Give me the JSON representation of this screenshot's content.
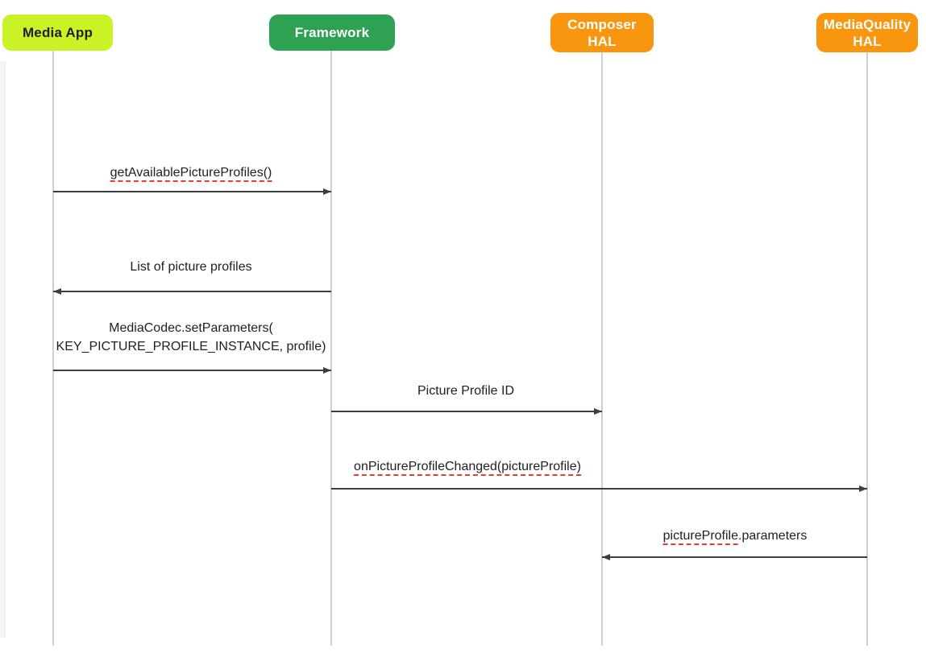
{
  "diagram": {
    "type": "sequence-diagram",
    "actors": [
      {
        "id": "media-app",
        "label": "Media App",
        "bg": "#c9f227",
        "fg": "#1f2125"
      },
      {
        "id": "framework",
        "label": "Framework",
        "bg": "#2fa153",
        "fg": "#ffffff"
      },
      {
        "id": "composer-hal",
        "label": "Composer",
        "label2": "HAL",
        "bg": "#f9960f",
        "fg": "#ffffff"
      },
      {
        "id": "mediaquality-hal",
        "label": "MediaQuality",
        "label2": "HAL",
        "bg": "#f9960f",
        "fg": "#ffffff"
      }
    ],
    "messages": [
      {
        "from": "Media App",
        "to": "Framework",
        "label": "getAvailablePictureProfiles()",
        "spellcheck_underline": true
      },
      {
        "from": "Framework",
        "to": "Media App",
        "label": "List of picture profiles",
        "spellcheck_underline": false
      },
      {
        "from": "Media App",
        "to": "Framework",
        "label_line1": "MediaCodec.setParameters(",
        "label_line2": "KEY_PICTURE_PROFILE_INSTANCE, profile)",
        "spellcheck_underline": false
      },
      {
        "from": "Framework",
        "to": "Composer HAL",
        "label": "Picture Profile ID",
        "spellcheck_underline": false
      },
      {
        "from": "Framework",
        "to": "MediaQuality HAL",
        "label": "onPictureProfileChanged(pictureProfile)",
        "spellcheck_underline": true
      },
      {
        "from": "MediaQuality HAL",
        "to": "Composer HAL",
        "label_underlined_part": "pictureProfile",
        "label_plain_part": ".parameters",
        "spellcheck_underline": true
      }
    ],
    "colors": {
      "lime": "#c9f227",
      "green": "#2fa153",
      "orange": "#f9960f",
      "arrow": "#3b3d3f",
      "lifeline": "#cfcfcf",
      "spellcheck": "#ea3b2e",
      "text": "#202124"
    }
  }
}
